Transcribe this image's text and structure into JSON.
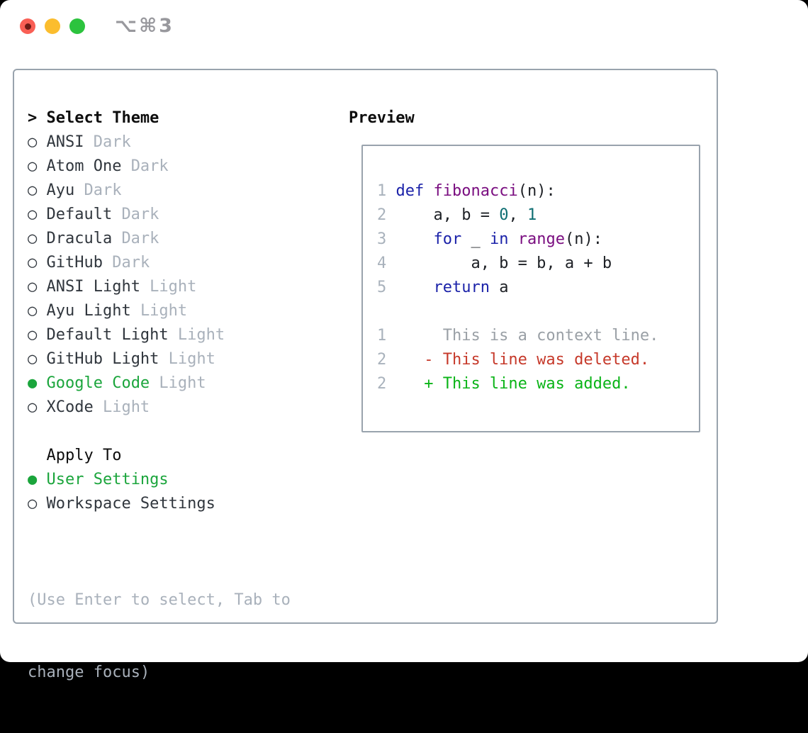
{
  "window": {
    "title": "⌥⌘3",
    "traffic_lights": [
      "close",
      "minimize",
      "zoom"
    ]
  },
  "theme_list": {
    "header_prefix": ">",
    "header": "Select Theme",
    "unselected_marker": "○",
    "selected_marker": "●",
    "items": [
      {
        "name": "ANSI",
        "variant": "Dark",
        "selected": false
      },
      {
        "name": "Atom One",
        "variant": "Dark",
        "selected": false
      },
      {
        "name": "Ayu",
        "variant": "Dark",
        "selected": false
      },
      {
        "name": "Default",
        "variant": "Dark",
        "selected": false
      },
      {
        "name": "Dracula",
        "variant": "Dark",
        "selected": false
      },
      {
        "name": "GitHub",
        "variant": "Dark",
        "selected": false
      },
      {
        "name": "ANSI Light",
        "variant": "Light",
        "selected": false
      },
      {
        "name": "Ayu Light",
        "variant": "Light",
        "selected": false
      },
      {
        "name": "Default Light",
        "variant": "Light",
        "selected": false
      },
      {
        "name": "GitHub Light",
        "variant": "Light",
        "selected": false
      },
      {
        "name": "Google Code",
        "variant": "Light",
        "selected": true
      },
      {
        "name": "XCode",
        "variant": "Light",
        "selected": false
      }
    ]
  },
  "apply_to": {
    "header": "Apply To",
    "items": [
      {
        "name": "User Settings",
        "selected": true
      },
      {
        "name": "Workspace Settings",
        "selected": false
      }
    ]
  },
  "hint": {
    "line1": "(Use Enter to select, Tab to",
    "line2": "change focus)"
  },
  "preview": {
    "header": "Preview",
    "code_lines": [
      {
        "num": "1",
        "tokens": [
          {
            "t": "def",
            "c": "kw"
          },
          {
            "t": " ",
            "c": "plain"
          },
          {
            "t": "fibonacci",
            "c": "fn"
          },
          {
            "t": "(n):",
            "c": "plain"
          }
        ]
      },
      {
        "num": "2",
        "tokens": [
          {
            "t": "    a, b = ",
            "c": "plain"
          },
          {
            "t": "0",
            "c": "num"
          },
          {
            "t": ", ",
            "c": "plain"
          },
          {
            "t": "1",
            "c": "num"
          }
        ]
      },
      {
        "num": "3",
        "tokens": [
          {
            "t": "    ",
            "c": "plain"
          },
          {
            "t": "for",
            "c": "kw"
          },
          {
            "t": " _ ",
            "c": "plain"
          },
          {
            "t": "in",
            "c": "kw"
          },
          {
            "t": " ",
            "c": "plain"
          },
          {
            "t": "range",
            "c": "fn"
          },
          {
            "t": "(n):",
            "c": "plain"
          }
        ]
      },
      {
        "num": "4",
        "tokens": [
          {
            "t": "        a, b = b, a + b",
            "c": "plain"
          }
        ]
      },
      {
        "num": "5",
        "tokens": [
          {
            "t": "    ",
            "c": "plain"
          },
          {
            "t": "return",
            "c": "kw"
          },
          {
            "t": " a",
            "c": "plain"
          }
        ]
      }
    ],
    "diff_lines": [
      {
        "num": "1",
        "kind": "context",
        "text": "     This is a context line."
      },
      {
        "num": "2",
        "kind": "deleted",
        "text": "   - This line was deleted."
      },
      {
        "num": "2",
        "kind": "added",
        "text": "   + This line was added."
      }
    ]
  },
  "colors": {
    "accent_green": "#1ba53c",
    "syntax_keyword": "#1b22a9",
    "syntax_function": "#7a0e80",
    "syntax_number": "#0e6e72",
    "code_plain": "#1d2025",
    "gutter_gray": "#a9b2bc",
    "muted_gray": "#a9b1bb",
    "item_text": "#30363d",
    "border_gray": "#99a3ad",
    "title_gray": "#98989d",
    "diff_context": "#9aa0a6",
    "diff_deleted": "#c6392a",
    "diff_added": "#0ab417",
    "tl_red": "#f95f55",
    "tl_red_dot": "#6e1b16",
    "tl_yellow": "#fbbd2e",
    "tl_green": "#2cc33e"
  }
}
